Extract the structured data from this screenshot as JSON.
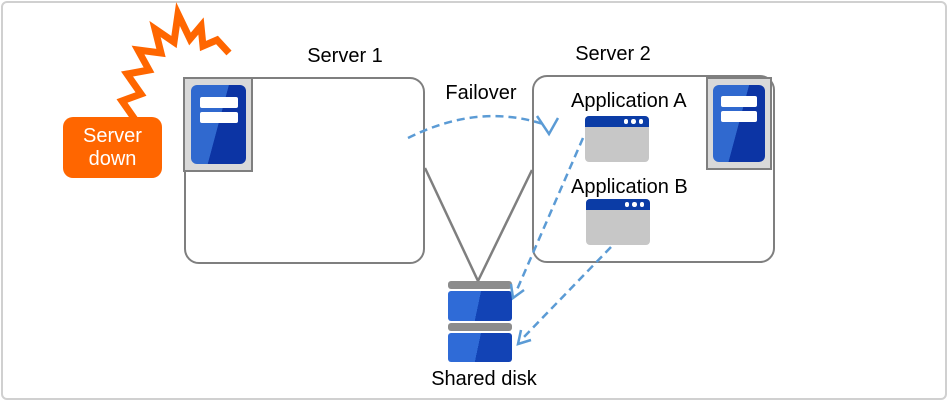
{
  "callout": {
    "label": "Server down"
  },
  "server1": {
    "label": "Server 1"
  },
  "server2": {
    "label": "Server 2",
    "apps": [
      {
        "label": "Application A"
      },
      {
        "label": "Application B"
      }
    ]
  },
  "failover": {
    "label": "Failover"
  },
  "shared_disk": {
    "label": "Shared disk"
  },
  "icons": {
    "explosion": "explosion-burst-icon",
    "server": "server-tower-icon",
    "application": "app-window-icon",
    "disk": "disk-stack-icon"
  },
  "colors": {
    "accent_orange": "#FF6600",
    "server_blue_light": "#3069CF",
    "server_blue_dark": "#0C34A4",
    "window_titlebar_navy": "#0B3CA6",
    "dashed_arrow_blue": "#5B9BD5",
    "box_border_gray": "#7F7F7F",
    "panel_gray": "#D9D9D9",
    "window_body_gray": "#C7C7C7",
    "disk_bar_gray": "#8C8C8C",
    "frame_gray": "#D0D0D0"
  }
}
